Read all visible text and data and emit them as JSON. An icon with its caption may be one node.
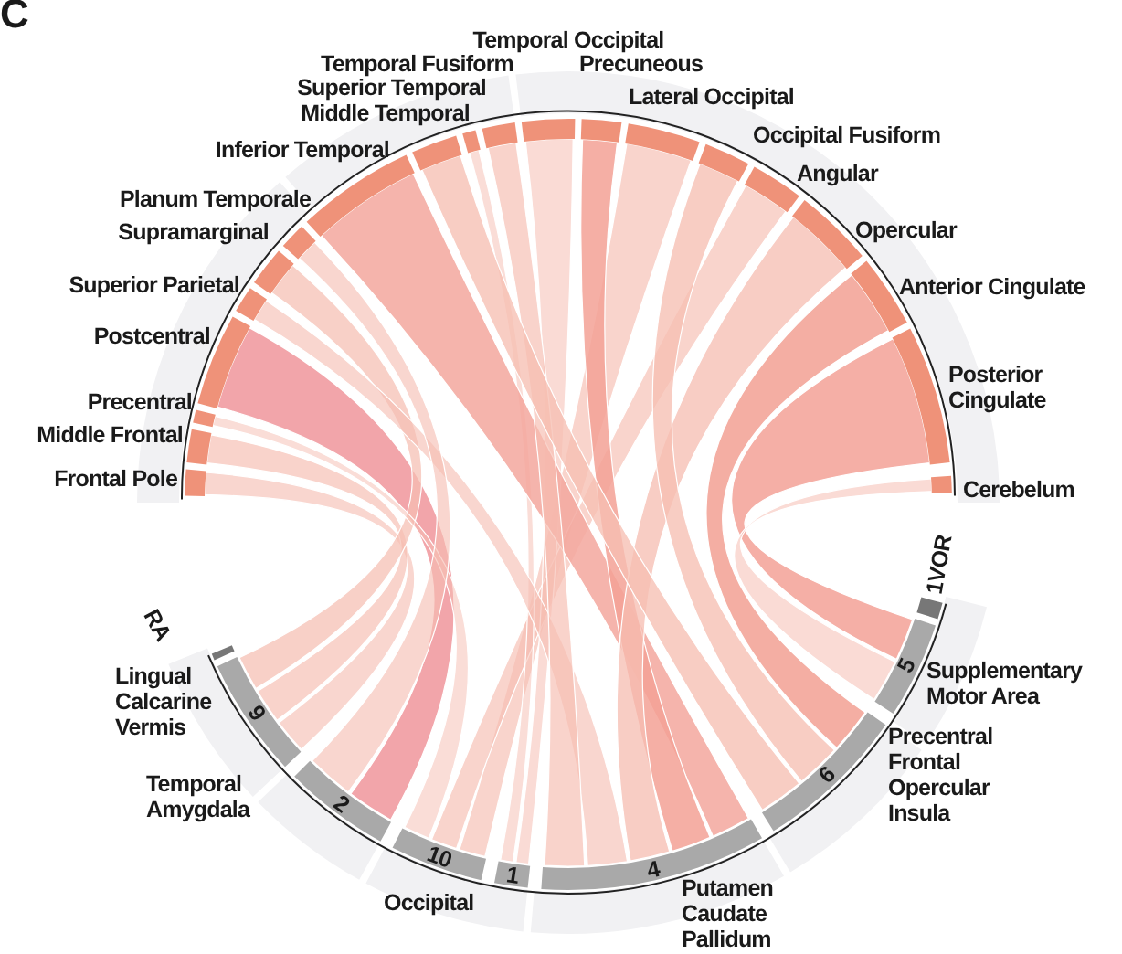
{
  "diagram": {
    "nodes": [
      {
        "text": [
          "Frontal Pole"
        ]
      },
      {
        "text": [
          "Middle Frontal"
        ]
      },
      {
        "text": [
          "Precentral"
        ]
      },
      {
        "text": [
          "Postcentral"
        ]
      },
      {
        "text": [
          "Superior Parietal"
        ]
      },
      {
        "text": [
          "Supramarginal"
        ]
      },
      {
        "text": [
          "Planum Temporale"
        ]
      },
      {
        "text": [
          "Inferior Temporal"
        ]
      },
      {
        "text": [
          "Middle Temporal"
        ]
      },
      {
        "text": [
          "Superior Temporal"
        ]
      },
      {
        "text": [
          "Temporal Fusiform"
        ]
      },
      {
        "text": [
          "Temporal Occipital"
        ]
      },
      {
        "text": [
          "Precuneous"
        ]
      },
      {
        "text": [
          "Lateral Occipital"
        ]
      },
      {
        "text": [
          "Occipital Fusiform"
        ]
      },
      {
        "text": [
          "Angular"
        ]
      },
      {
        "text": [
          "Opercular"
        ]
      },
      {
        "text": [
          "Anterior Cingulate"
        ]
      },
      {
        "text": [
          "Posterior Cingulate"
        ]
      },
      {
        "text": [
          "Cerebelum"
        ]
      },
      {
        "text": [
          "1VOR"
        ]
      },
      {
        "text": [
          "5"
        ],
        "beside": [
          "Supplementary Motor Area"
        ]
      },
      {
        "text": [
          "6"
        ],
        "beside": [
          "Precentral Frontal Opercular Insula"
        ]
      },
      {
        "text": [
          "4"
        ],
        "beside": [
          "Putamen Caudate Pallidum"
        ]
      },
      {
        "text": [
          "1"
        ]
      },
      {
        "text": [
          "10"
        ]
      },
      {
        "text": [
          "2"
        ]
      },
      {
        "text": [
          "9"
        ],
        "beside": [
          "Lingual Calcarine Vermis"
        ]
      },
      {
        "text": [
          "RA"
        ]
      }
    ],
    "edges": [
      {
        "from": 26,
        "to": 3,
        "arrow": "none",
        "color": "#f0959b"
      },
      {
        "from": 27,
        "to": 0,
        "arrow": "none"
      },
      {
        "from": 27,
        "to": 1,
        "arrow": "none"
      },
      {
        "from": 27,
        "to": 5,
        "arrow": "none"
      },
      {
        "from": 25,
        "to": 13,
        "arrow": "none"
      },
      {
        "from": 25,
        "to": 15,
        "arrow": "none"
      },
      {
        "from": 25,
        "to": 2,
        "arrow": "none"
      },
      {
        "from": 24,
        "to": 11,
        "arrow": "none"
      },
      {
        "from": 24,
        "to": 9,
        "arrow": "none"
      },
      {
        "from": 23,
        "to": 7,
        "arrow": "none",
        "color": "#f3a79e"
      },
      {
        "from": 23,
        "to": 12,
        "arrow": "none",
        "color": "#f3a195"
      },
      {
        "from": 23,
        "to": 16,
        "arrow": "none"
      },
      {
        "from": 23,
        "to": 4,
        "arrow": "none"
      },
      {
        "from": 23,
        "to": 10,
        "arrow": "none"
      },
      {
        "from": 22,
        "to": 17,
        "arrow": "none",
        "color": "#f2a093"
      },
      {
        "from": 22,
        "to": 14,
        "arrow": "none"
      },
      {
        "from": 22,
        "to": 8,
        "arrow": "none"
      },
      {
        "from": 21,
        "to": 18,
        "arrow": "none",
        "color": "#f3a196"
      },
      {
        "from": 21,
        "to": 19,
        "arrow": "none"
      },
      {
        "from": 26,
        "to": 6,
        "arrow": "none"
      }
    ],
    "labels": [
      "C",
      "Temporal Amygdala",
      "Occipital"
    ]
  }
}
